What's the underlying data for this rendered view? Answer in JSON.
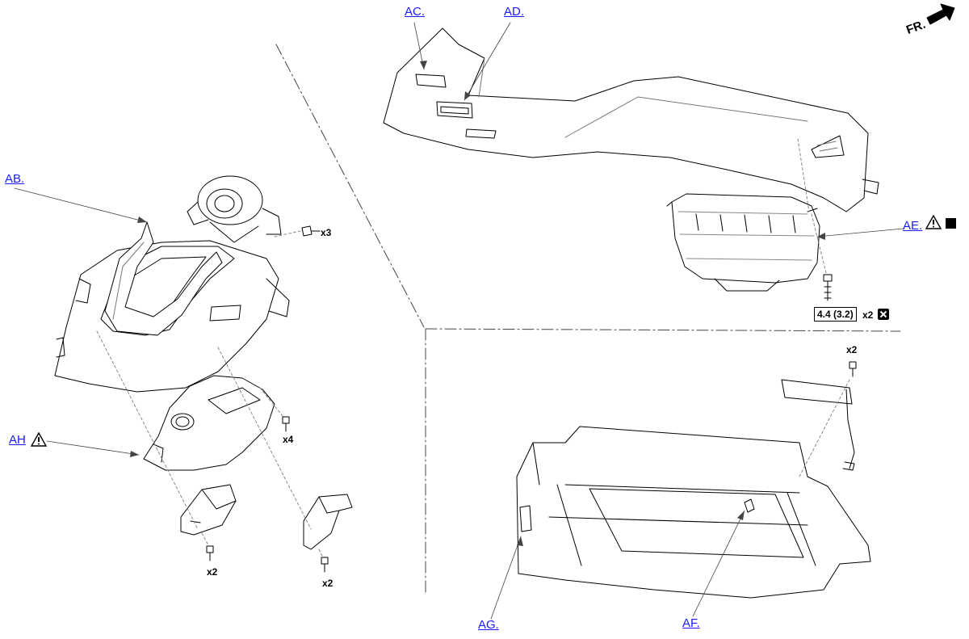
{
  "direction_label": "FR.",
  "callouts": {
    "ab": "AB.",
    "ac": "AC.",
    "ad": "AD.",
    "ae": "AE.",
    "af": "AF.",
    "ag": "AG.",
    "ah": "AH"
  },
  "quantities": {
    "knob_screws": "x3",
    "console_screws": "x4",
    "bracket_left_screws": "x2",
    "bracket_right_screws": "x2",
    "airbag_bolts": "x2",
    "glovebox_screws": "x2"
  },
  "torque_spec": "4.4 (3.2)",
  "icons": {
    "warning": "warning-triangle-icon",
    "replace": "solid-square-icon",
    "no_reuse": "x-box-icon"
  },
  "colors": {
    "link": "#1a1aff",
    "line": "#000000"
  }
}
